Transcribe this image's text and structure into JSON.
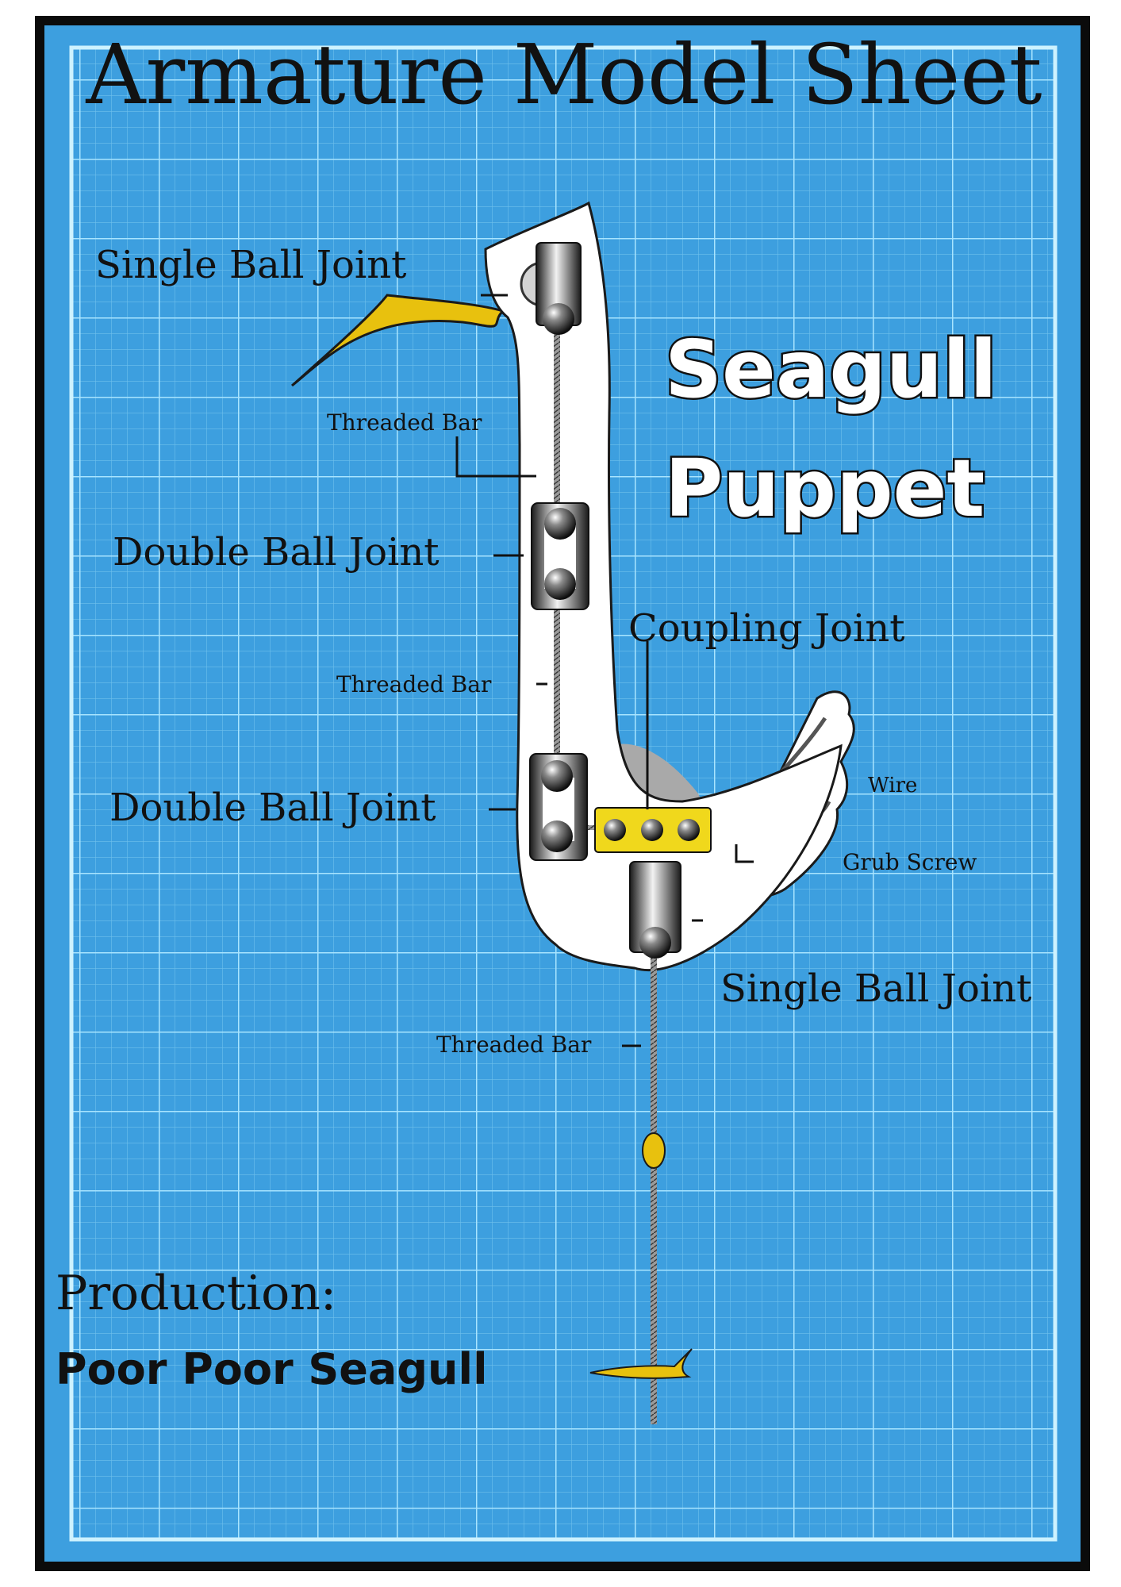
{
  "sheet": {
    "title": "Armature Model Sheet",
    "puppet_name_line1": "Seagull",
    "puppet_name_line2": "Puppet",
    "production_label": "Production:",
    "production_name": "Poor Poor Seagull"
  },
  "labels": {
    "single_ball_joint_top": "Single Ball Joint",
    "threaded_bar_top": "Threaded Bar",
    "double_ball_joint_upper": "Double Ball Joint",
    "threaded_bar_middle": "Threaded Bar",
    "coupling_joint": "Coupling Joint",
    "double_ball_joint_lower": "Double Ball Joint",
    "wire": "Wire",
    "grub_screw": "Grub Screw",
    "single_ball_joint_bottom": "Single Ball Joint",
    "threaded_bar_bottom": "Threaded Bar"
  },
  "colors": {
    "blueprint_background": "#3d9fdf",
    "grid_major": "#9fe0ff",
    "grid_minor": "#6ec0ec",
    "frame": "#0b0b0b",
    "inner_border": "#cdf2ff",
    "body": "#ffffff",
    "beak": "#e8c10e",
    "coupling": "#f0d81c",
    "joint_metal": "#4a4a4a",
    "shadow": "#a9a9a9"
  }
}
